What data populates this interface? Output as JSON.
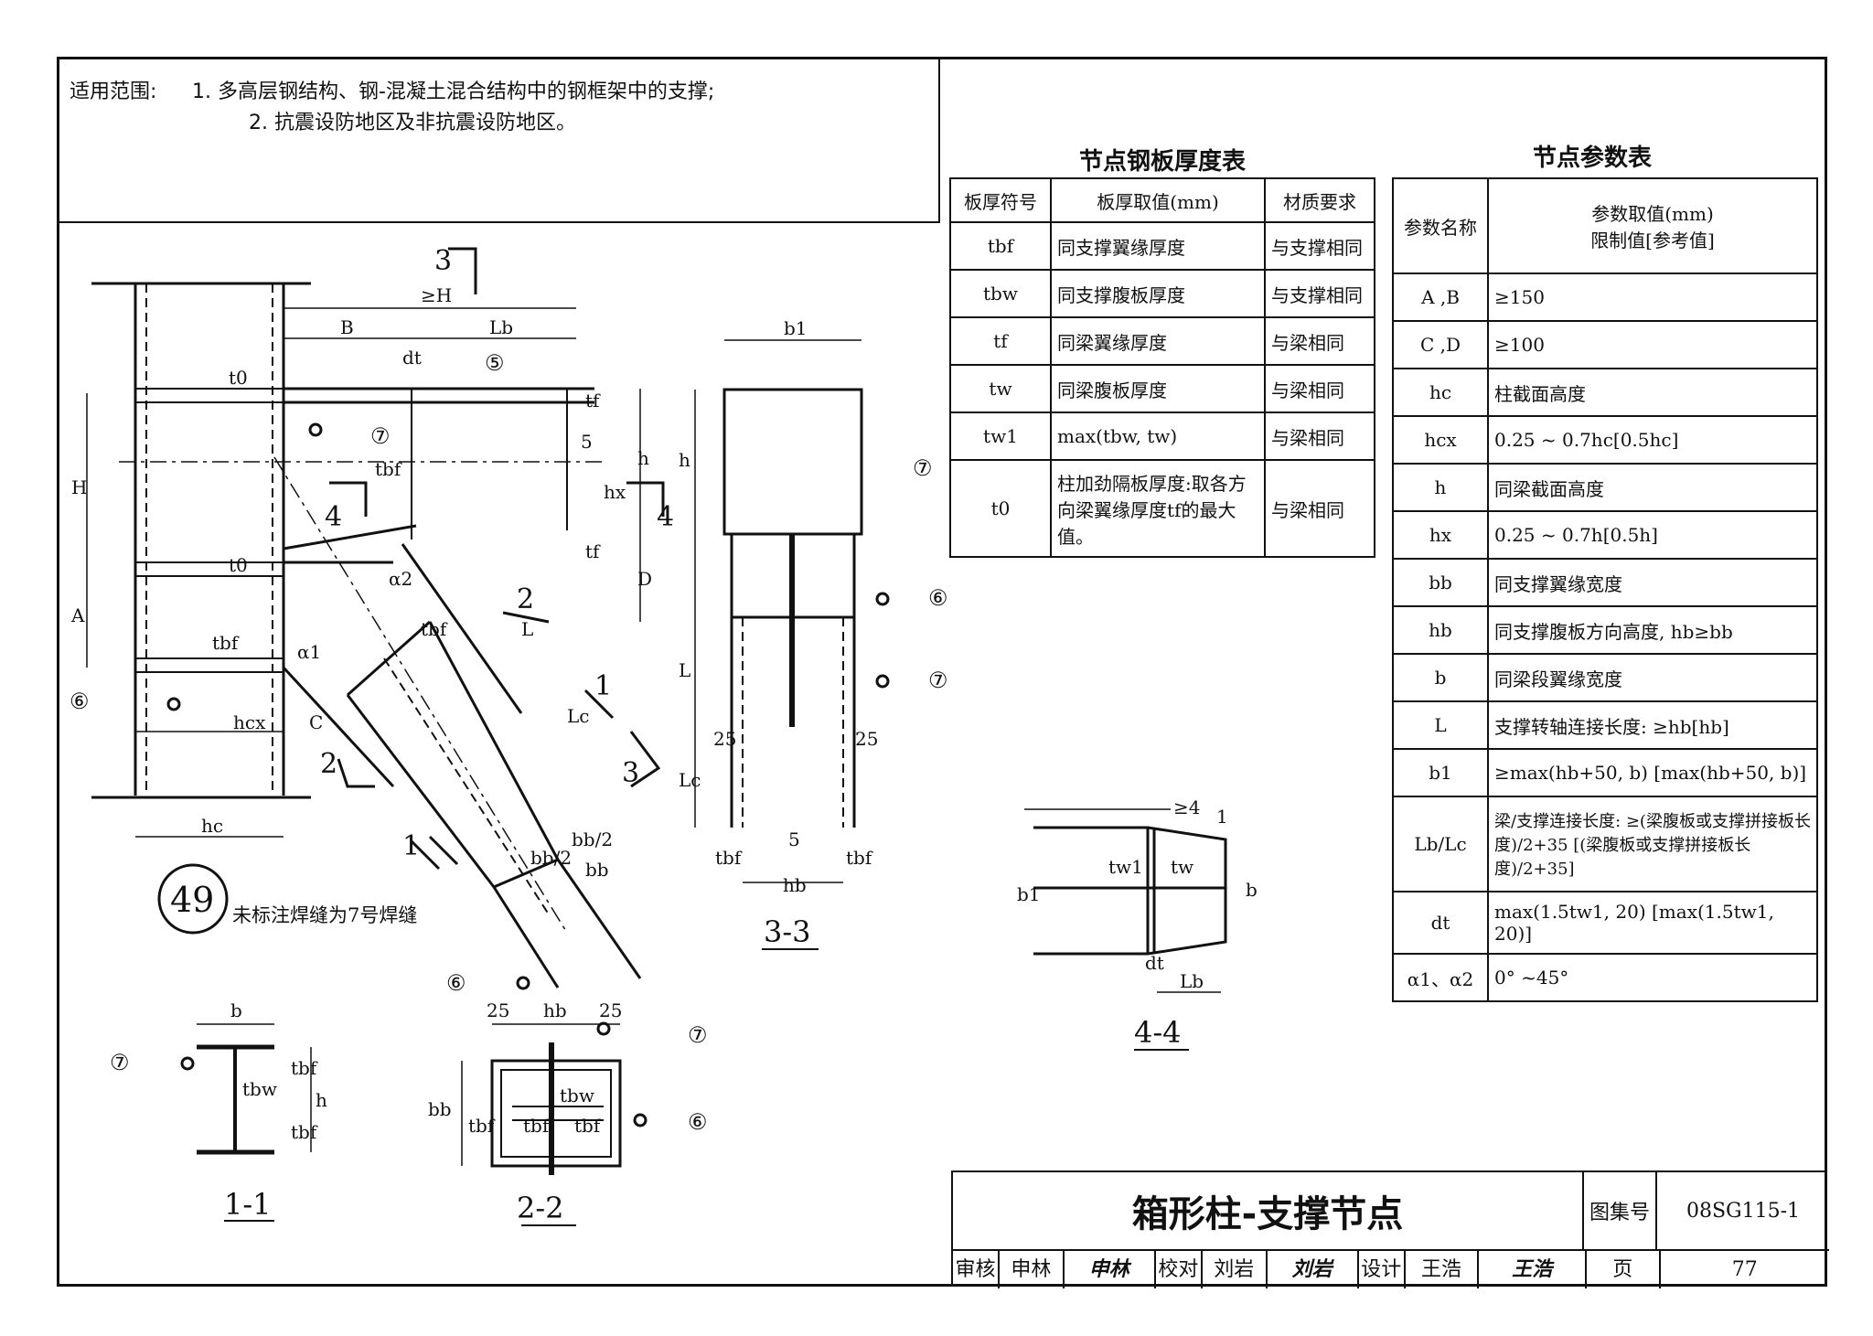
{
  "scope": {
    "label": "适用范围:",
    "items": [
      "1. 多高层钢结构、钢-混凝土混合结构中的钢框架中的支撑;",
      "2. 抗震设防地区及非抗震设防地区。"
    ]
  },
  "plate_table": {
    "title": "节点钢板厚度表",
    "headers": [
      "板厚符号",
      "板厚取值(mm)",
      "材质要求"
    ],
    "rows": [
      [
        "tbf",
        "同支撑翼缘厚度",
        "与支撑相同"
      ],
      [
        "tbw",
        "同支撑腹板厚度",
        "与支撑相同"
      ],
      [
        "tf",
        "同梁翼缘厚度",
        "与梁相同"
      ],
      [
        "tw",
        "同梁腹板厚度",
        "与梁相同"
      ],
      [
        "tw1",
        "max(tbw, tw)",
        "与梁相同"
      ],
      [
        "t0",
        "柱加劲隔板厚度:取各方向梁翼缘厚度tf的最大值。",
        "与梁相同"
      ]
    ]
  },
  "param_table": {
    "title": "节点参数表",
    "headers": [
      "参数名称",
      "参数取值(mm)",
      "限制值[参考值]"
    ],
    "rows": [
      [
        "A ,B",
        "≥150"
      ],
      [
        "C ,D",
        "≥100"
      ],
      [
        "hc",
        "柱截面高度"
      ],
      [
        "hcx",
        "0.25 ~ 0.7hc[0.5hc]"
      ],
      [
        "h",
        "同梁截面高度"
      ],
      [
        "hx",
        "0.25 ~ 0.7h[0.5h]"
      ],
      [
        "bb",
        "同支撑翼缘宽度"
      ],
      [
        "hb",
        "同支撑腹板方向高度, hb≥bb"
      ],
      [
        "b",
        "同梁段翼缘宽度"
      ],
      [
        "L",
        "支撑转轴连接长度: ≥hb[hb]"
      ],
      [
        "b1",
        "≥max(hb+50, b)  [max(hb+50, b)]"
      ],
      [
        "Lb/Lc",
        "梁/支撑连接长度: ≥(梁腹板或支撑拼接板长度)/2+35 [(梁腹板或支撑拼接板长度)/2+35]"
      ],
      [
        "dt",
        "max(1.5tw1, 20) [max(1.5tw1, 20)]"
      ],
      [
        "α1、α2",
        "0° ~45°"
      ]
    ]
  },
  "drawing": {
    "node_no": "49",
    "note": "未标注焊缝为7号焊缝",
    "sec_1": "1-1",
    "sec_2": "2-2",
    "sec_3": "3-3",
    "sec_4": "4-4",
    "main_dims": [
      "≥H",
      "B",
      "Lb",
      "dt",
      "H",
      "A",
      "hcx",
      "C",
      "hc",
      "h",
      "hx",
      "D",
      "tf",
      "tbf",
      "t0",
      "L",
      "Lc",
      "bb/2",
      "bb",
      "α1",
      "α2",
      "5"
    ],
    "cut_marks": [
      "3",
      "4",
      "2",
      "1"
    ],
    "weld_marks": [
      "⑤",
      "⑥",
      "⑦"
    ],
    "s33": [
      "b1",
      "h",
      "L",
      "Lc",
      "25",
      "tbf",
      "hb",
      "5"
    ],
    "s44": [
      "≥4",
      "1",
      "b1",
      "tw1",
      "tw",
      "b",
      "dt",
      "Lb"
    ],
    "s11": [
      "b",
      "tbw",
      "h",
      "tbf"
    ],
    "s22": [
      "hb",
      "25",
      "bb",
      "tbf",
      "tbw"
    ]
  },
  "title_block": {
    "title": "箱形柱-支撑节点",
    "atlas_label": "图集号",
    "atlas_no": "08SG115-1",
    "review_label": "审核",
    "review_name": "申林",
    "review_sig": "申林",
    "check_label": "校对",
    "check_name": "刘岩",
    "check_sig": "刘岩",
    "design_label": "设计",
    "design_name": "王浩",
    "design_sig": "王浩",
    "page_label": "页",
    "page_no": "77"
  }
}
